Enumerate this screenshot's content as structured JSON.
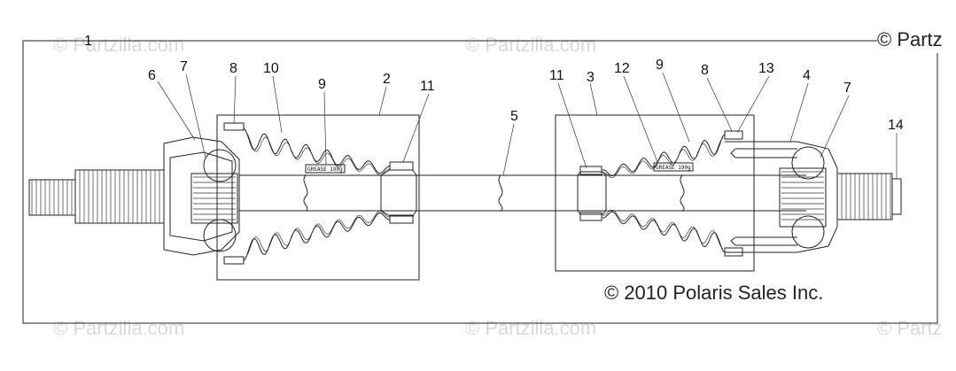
{
  "watermarks": {
    "top_left": "© Partzilla.com",
    "top_center": "© Partzilla.com",
    "top_right": "© Partz",
    "bottom_left": "© Partzilla.com",
    "bottom_center": "© Partzilla.com",
    "bottom_right": "© Partz"
  },
  "copyright": "© 2010 Polaris Sales Inc.",
  "grease_labels": [
    "GREASE 190g",
    "GREASE 190g"
  ],
  "callouts": [
    "1",
    "6",
    "7",
    "8",
    "10",
    "9",
    "2",
    "11",
    "5",
    "11",
    "3",
    "12",
    "9",
    "8",
    "13",
    "4",
    "7",
    "14"
  ]
}
